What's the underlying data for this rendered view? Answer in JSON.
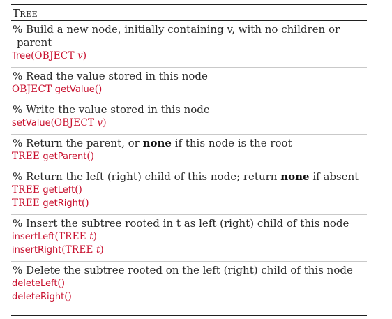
{
  "header": "Tree",
  "groups": [
    {
      "comment_line1": "% Build a new node, initially containing v, with no children or",
      "comment_line2": "parent",
      "code": [
        {
          "fn": "Tree",
          "open": "(",
          "type": "OBJECT",
          "var": "v",
          "close": ")"
        }
      ]
    },
    {
      "comment": "% Read the value stored in this node",
      "code": [
        {
          "rettype": "OBJECT",
          "fn": "getValue",
          "parens": "()"
        }
      ]
    },
    {
      "comment": "% Write the value stored in this node",
      "code": [
        {
          "fn": "setValue",
          "open": "(",
          "type": "OBJECT",
          "var": "v",
          "close": ")"
        }
      ]
    },
    {
      "comment_pre": "% Return the parent, or ",
      "comment_bold": "none",
      "comment_post": " if this node is the root",
      "code": [
        {
          "rettype": "TREE",
          "fn": "getParent",
          "parens": "()"
        }
      ]
    },
    {
      "comment_pre": "% Return the left (right) child of this node; return ",
      "comment_bold": "none",
      "comment_post": " if absent",
      "code": [
        {
          "rettype": "TREE",
          "fn": "getLeft",
          "parens": "()"
        },
        {
          "rettype": "TREE",
          "fn": "getRight",
          "parens": "()"
        }
      ]
    },
    {
      "comment": "% Insert the subtree rooted in t as left (right) child of this node",
      "code": [
        {
          "fn": "insertLeft",
          "open": "(",
          "type": "TREE",
          "var": "t",
          "close": ")"
        },
        {
          "fn": "insertRight",
          "open": "(",
          "type": "TREE",
          "var": "t",
          "close": ")"
        }
      ]
    },
    {
      "comment": "% Delete the subtree rooted on the left (right) child of this node",
      "code": [
        {
          "fn": "deleteLeft",
          "parens": "()"
        },
        {
          "fn": "deleteRight",
          "parens": "()"
        }
      ]
    }
  ],
  "colors": {
    "code": "#c8102e",
    "text": "#1a1a1a"
  }
}
